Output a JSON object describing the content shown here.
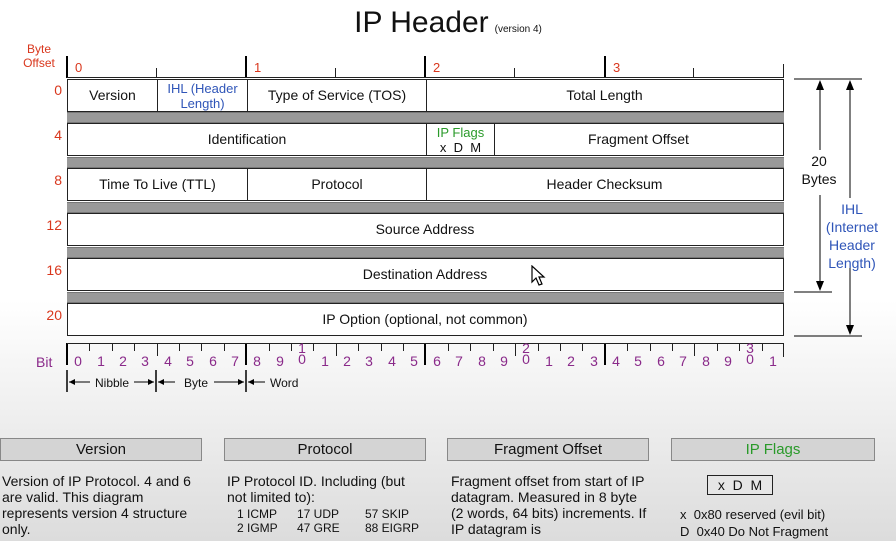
{
  "title": "IP Header",
  "title_sub": "(version 4)",
  "byte_offset_label": [
    "Byte",
    "Offset"
  ],
  "byte_markers": [
    "0",
    "1",
    "2",
    "3"
  ],
  "offsets": [
    "0",
    "4",
    "8",
    "12",
    "16",
    "20"
  ],
  "rows": {
    "r0": {
      "version": "Version",
      "ihl": "IHL (Header Length)",
      "tos": "Type of Service (TOS)",
      "total_length": "Total Length"
    },
    "r4": {
      "identification": "Identification",
      "flags_title": "IP Flags",
      "flags_bits": "x  D  M",
      "fragment_offset": "Fragment Offset"
    },
    "r8": {
      "ttl": "Time To Live (TTL)",
      "protocol": "Protocol",
      "checksum": "Header Checksum"
    },
    "r12": {
      "source": "Source Address"
    },
    "r16": {
      "destination": "Destination Address"
    },
    "r20": {
      "option": "IP Option (optional, not common)"
    }
  },
  "bit_label": "Bit",
  "bits": [
    "0",
    "1",
    "2",
    "3",
    "4",
    "5",
    "6",
    "7",
    "8",
    "9",
    "10",
    "1",
    "2",
    "3",
    "4",
    "5",
    "6",
    "7",
    "8",
    "9",
    "20",
    "1",
    "2",
    "3",
    "4",
    "5",
    "6",
    "7",
    "8",
    "9",
    "30",
    "1"
  ],
  "scale": {
    "nibble": "Nibble",
    "byte": "Byte",
    "word": "Word"
  },
  "right": {
    "bytes": "20 Bytes",
    "ihl": "IHL (Internet Header Length)"
  },
  "panels": {
    "version": {
      "title": "Version",
      "text": "Version of IP Protocol.  4 and 6 are valid.  This diagram represents version 4 structure only."
    },
    "protocol": {
      "title": "Protocol",
      "text": "IP Protocol ID.  Including (but not limited to):",
      "ids": [
        [
          "1 ICMP",
          "17 UDP",
          "57 SKIP"
        ],
        [
          "2 IGMP",
          "47 GRE",
          "88 EIGRP"
        ]
      ]
    },
    "fragment": {
      "title": "Fragment Offset",
      "text": "Fragment offset from start of IP datagram.  Measured in 8 byte (2 words, 64 bits) increments.  If IP datagram is"
    },
    "flags": {
      "title": "IP Flags",
      "bits": "x  D  M",
      "line1": "x  0x80 reserved (evil bit)",
      "line2": "D  0x40 Do Not Fragment"
    }
  }
}
